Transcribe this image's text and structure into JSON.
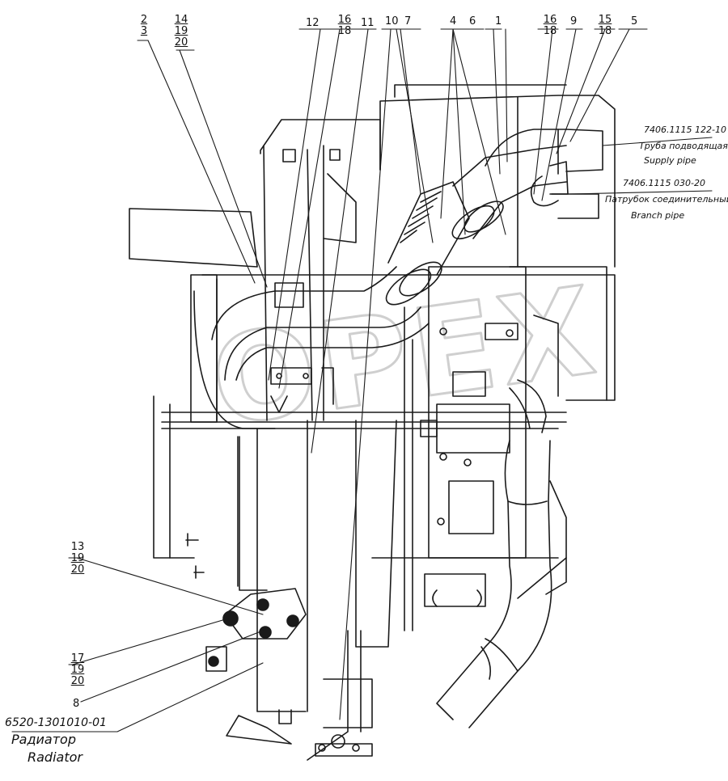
{
  "callouts": {
    "c2": [
      "2",
      "3"
    ],
    "c14": [
      "14",
      "19",
      "20"
    ],
    "c12": "12",
    "c16a": [
      "16",
      "18"
    ],
    "c11": "11",
    "c10": "10",
    "c7": "7",
    "c4": "4",
    "c6": "6",
    "c1": "1",
    "c16b": [
      "16",
      "18"
    ],
    "c9": "9",
    "c15": [
      "15",
      "18"
    ],
    "c5": "5",
    "c13": [
      "13",
      "19",
      "20"
    ],
    "c17": [
      "17",
      "19",
      "20"
    ],
    "c8": "8"
  },
  "parts": {
    "supply_code": "7406.1115 122-10",
    "supply_ru": "Труба подводящая",
    "supply_en": "Supply pipe",
    "branch_code": "7406.1115 030-20",
    "branch_ru": "Патрубок соединительный",
    "branch_en": "Branch pipe",
    "radiator_code": "6520-1301010-01",
    "radiator_ru": "Радиатор",
    "radiator_en": "Radiator"
  },
  "watermark": "OPEX"
}
